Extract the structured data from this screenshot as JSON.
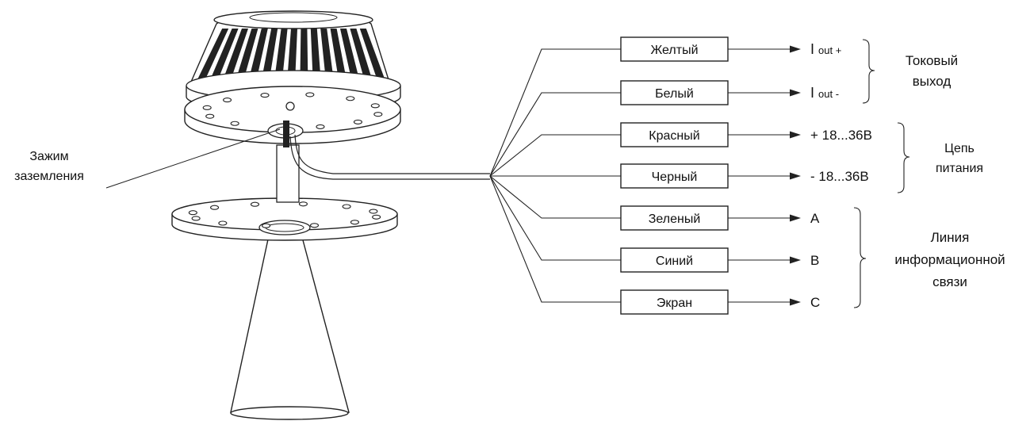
{
  "ground_label": [
    "Зажим",
    "заземления"
  ],
  "wires": [
    {
      "name": "Желтый",
      "signal": "I",
      "signal_suffix": "out +"
    },
    {
      "name": "Белый",
      "signal": "I",
      "signal_suffix": "out -"
    },
    {
      "name": "Красный",
      "signal": "+ 18...36В",
      "signal_suffix": ""
    },
    {
      "name": "Черный",
      "signal": "- 18...36В",
      "signal_suffix": ""
    },
    {
      "name": "Зеленый",
      "signal": "A",
      "signal_suffix": ""
    },
    {
      "name": "Синий",
      "signal": "B",
      "signal_suffix": ""
    },
    {
      "name": "Экран",
      "signal": "C",
      "signal_suffix": ""
    }
  ],
  "groups": [
    {
      "lines": [
        "Токовый",
        "выход"
      ]
    },
    {
      "lines": [
        "Цепь",
        "питания"
      ]
    },
    {
      "lines": [
        "Линия",
        "информационной",
        "связи"
      ]
    }
  ]
}
